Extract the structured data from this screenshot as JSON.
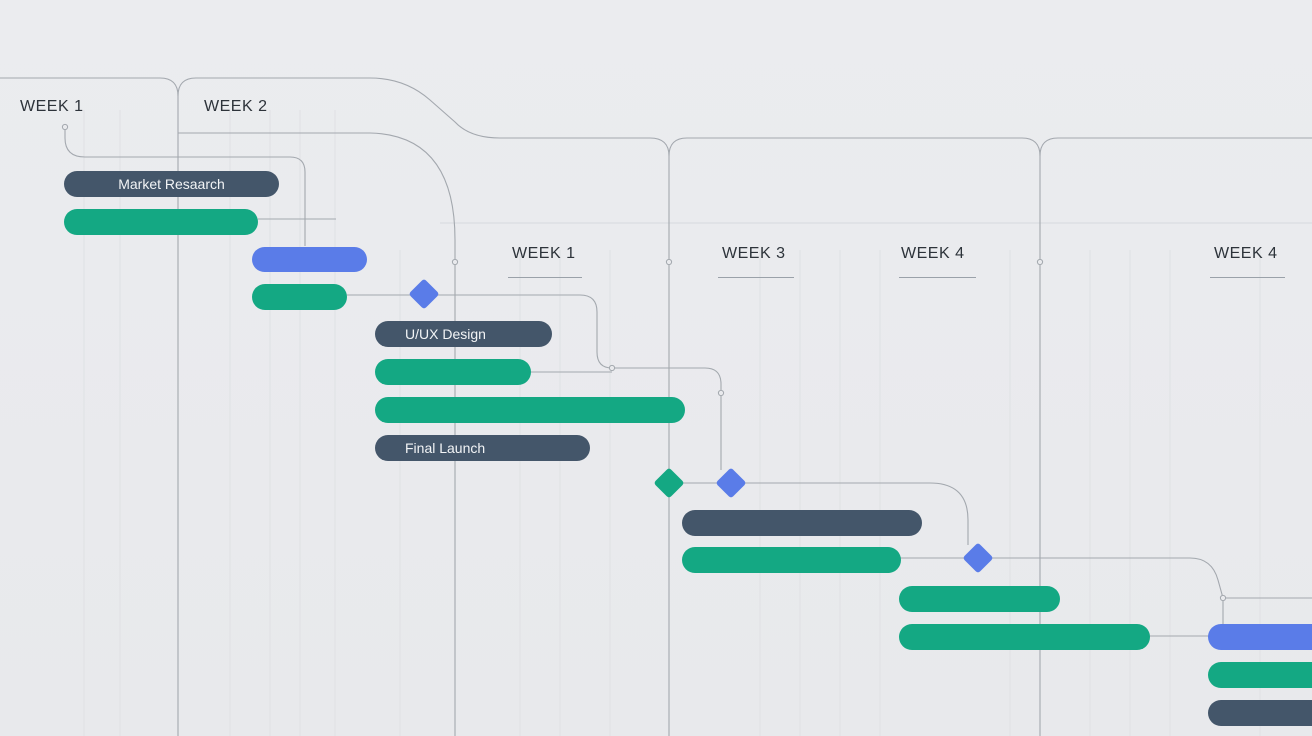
{
  "timeline": {
    "week_labels": [
      "WEEK 1",
      "WEEK 2",
      "WEEK 1",
      "WEEK 3",
      "WEEK 4",
      "WEEK 4"
    ]
  },
  "tasks": [
    {
      "label": "Market Resaarch",
      "color": "slate"
    },
    {
      "label": "",
      "color": "green"
    },
    {
      "label": "",
      "color": "blue"
    },
    {
      "label": "",
      "color": "green"
    },
    {
      "label": "U/UX Design",
      "color": "slate"
    },
    {
      "label": "",
      "color": "green"
    },
    {
      "label": "",
      "color": "green"
    },
    {
      "label": "Final Launch",
      "color": "slate"
    },
    {
      "label": "",
      "color": "slate"
    },
    {
      "label": "",
      "color": "green"
    },
    {
      "label": "",
      "color": "green"
    },
    {
      "label": "",
      "color": "green"
    },
    {
      "label": "",
      "color": "blue"
    },
    {
      "label": "",
      "color": "green"
    },
    {
      "label": "",
      "color": "slate"
    }
  ],
  "milestones": [
    {
      "color": "blue"
    },
    {
      "color": "green"
    },
    {
      "color": "blue"
    },
    {
      "color": "blue"
    }
  ],
  "colors": {
    "background": "#e9eaed",
    "slate": "#44566a",
    "green": "#14a883",
    "blue": "#5a7ce8",
    "line": "#a3a8ae"
  }
}
